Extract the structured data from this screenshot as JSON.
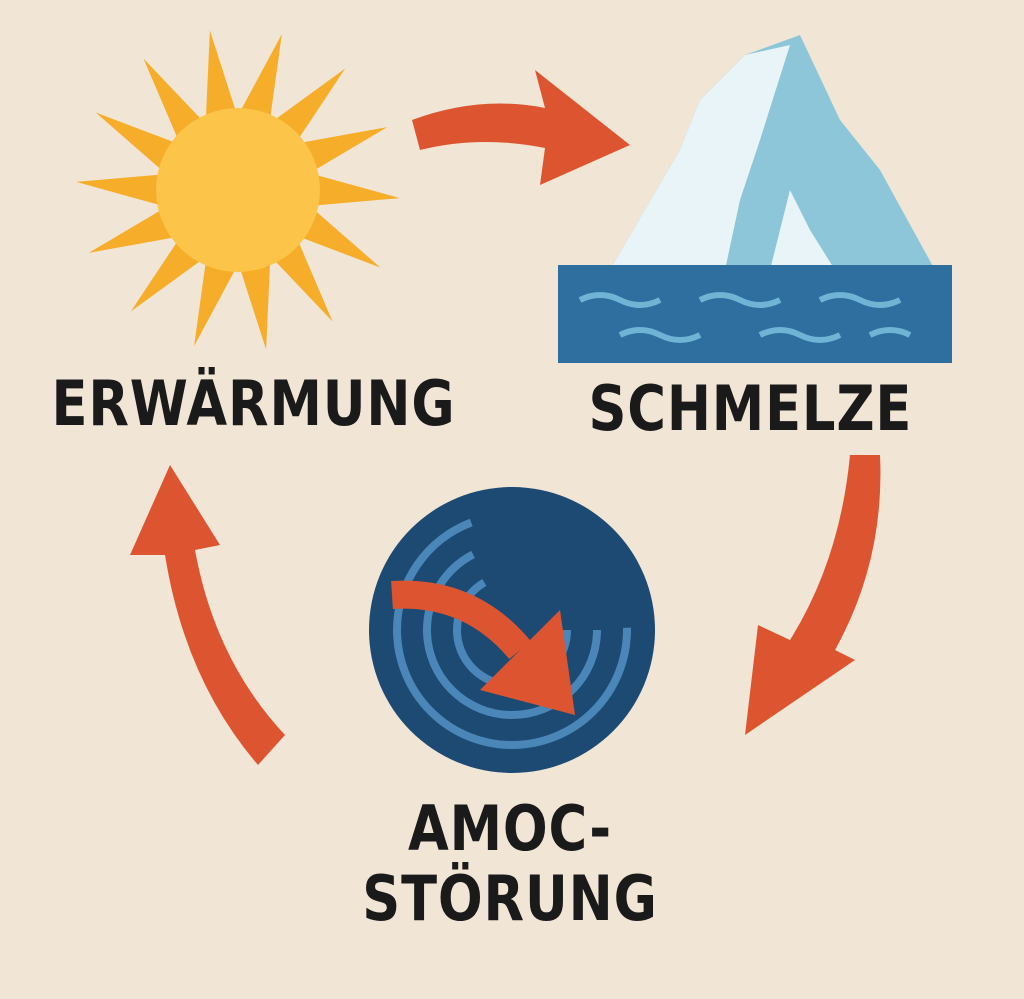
{
  "nodes": {
    "warming": "ERWÄRMUNG",
    "melt": "SCHMELZE",
    "amoc_line1": "AMOC-",
    "amoc_line2": "STÖRUNG"
  },
  "colors": {
    "background": "#f1e5d6",
    "arrow": "#dd5530",
    "sun": "#f5ad2a",
    "sun_core": "#fcc449",
    "ocean": "#2e6fa0",
    "amoc": "#1c4a73",
    "ice": "#e9f4f8"
  }
}
